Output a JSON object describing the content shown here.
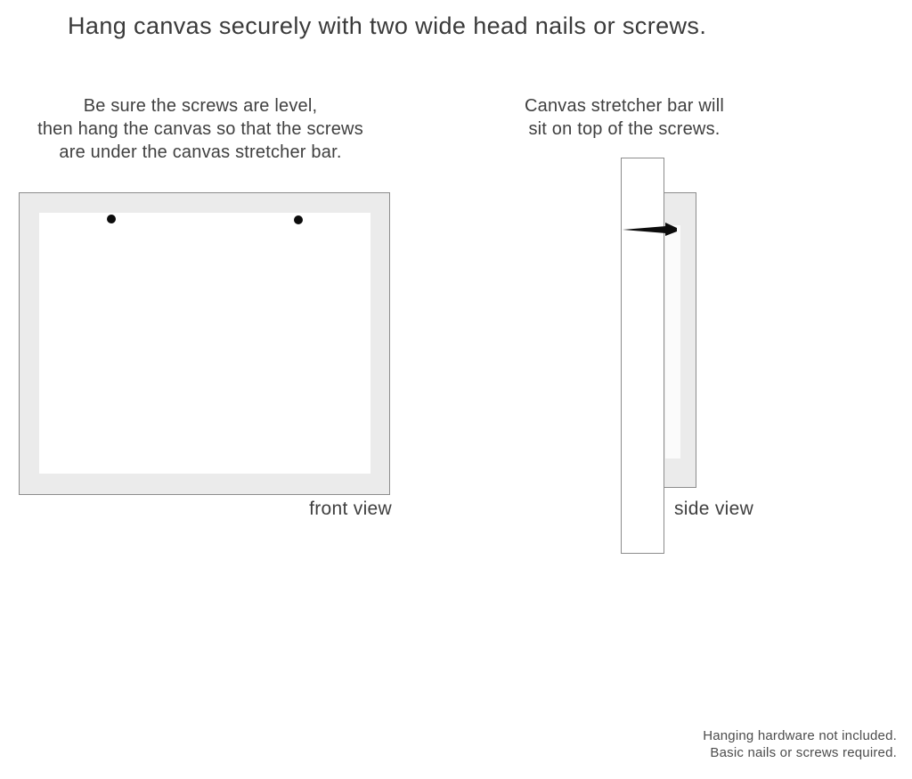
{
  "title": "Hang canvas securely with two wide head nails or screws.",
  "instructions": {
    "left": {
      "line1": "Be sure the screws are level,",
      "line2": "then hang the canvas so that the screws",
      "line3": "are under the canvas stretcher bar."
    },
    "right": {
      "line1": "Canvas stretcher bar will",
      "line2": "sit on top of the screws."
    }
  },
  "front_view": {
    "label": "front view",
    "nail_count": 2
  },
  "side_view": {
    "label": "side view"
  },
  "footnote": {
    "line1": "Hanging hardware not included.",
    "line2": "Basic nails or screws required."
  },
  "colors": {
    "background": "#ffffff",
    "canvas_frame_fill": "#ebebeb",
    "canvas_inner_fill": "#ffffff",
    "outline": "#8c8c8c",
    "nail": "#0c0c0c",
    "text_primary": "#3a3a3a",
    "text_note": "#4c4c4c"
  }
}
